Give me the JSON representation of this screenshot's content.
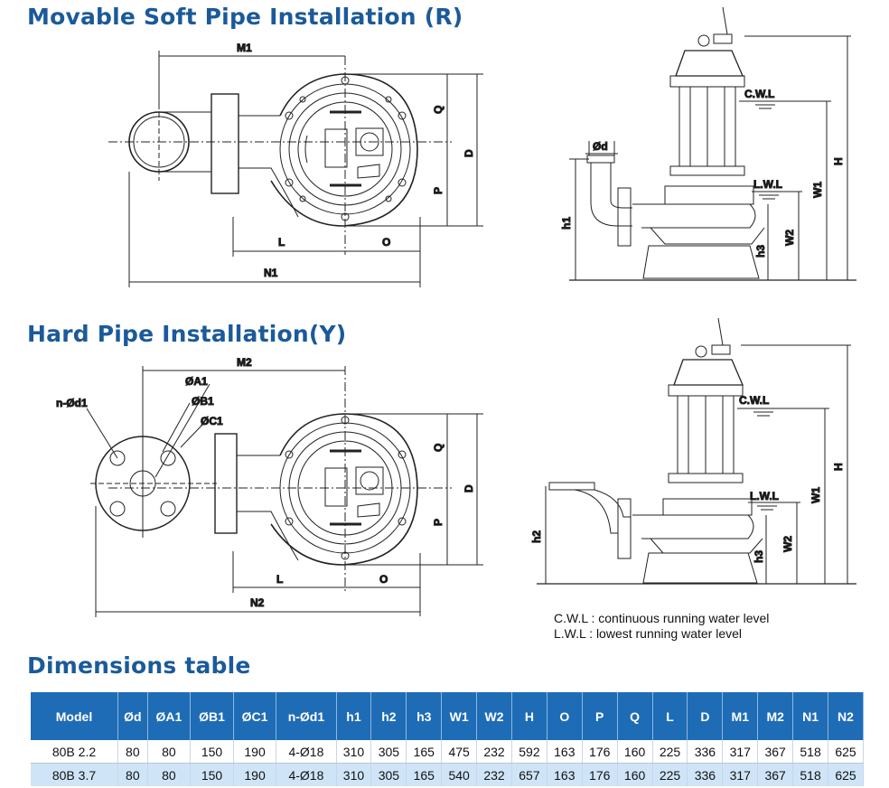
{
  "titles": {
    "soft": "Movable Soft Pipe Installation (R)",
    "hard": "Hard Pipe Installation(Y)",
    "table": "Dimensions table"
  },
  "labels": {
    "M1": "M1",
    "M2": "M2",
    "N1": "N1",
    "N2": "N2",
    "L": "L",
    "O": "O",
    "Q": "Q",
    "P": "P",
    "D": "D",
    "h1": "h1",
    "h2": "h2",
    "h3": "h3",
    "W1": "W1",
    "W2": "W2",
    "H": "H",
    "d": "Ød",
    "A1": "ØA1",
    "B1": "ØB1",
    "C1": "ØC1",
    "nd1": "n-Ød1",
    "cwl": "C.W.L",
    "lwl": "L.W.L"
  },
  "legend": {
    "cwl": "C.W.L : continuous running water level",
    "lwl": "L.W.L :  lowest running water level"
  },
  "table": {
    "headers": [
      "Model",
      "Ød",
      "ØA1",
      "ØB1",
      "ØC1",
      "n-Ød1",
      "h1",
      "h2",
      "h3",
      "W1",
      "W2",
      "H",
      "O",
      "P",
      "Q",
      "L",
      "D",
      "M1",
      "M2",
      "N1",
      "N2"
    ],
    "rows": [
      [
        "80B  2.2",
        "80",
        "80",
        "150",
        "190",
        "4-Ø18",
        "310",
        "305",
        "165",
        "475",
        "232",
        "592",
        "163",
        "176",
        "160",
        "225",
        "336",
        "317",
        "367",
        "518",
        "625"
      ],
      [
        "80B  3.7",
        "80",
        "80",
        "150",
        "190",
        "4-Ø18",
        "310",
        "305",
        "165",
        "540",
        "232",
        "657",
        "163",
        "176",
        "160",
        "225",
        "336",
        "317",
        "367",
        "518",
        "625"
      ]
    ]
  },
  "colors": {
    "title": "#1b5a9a",
    "header_bg": "#1f6cb6",
    "row_alt": "#cfe5f7"
  }
}
